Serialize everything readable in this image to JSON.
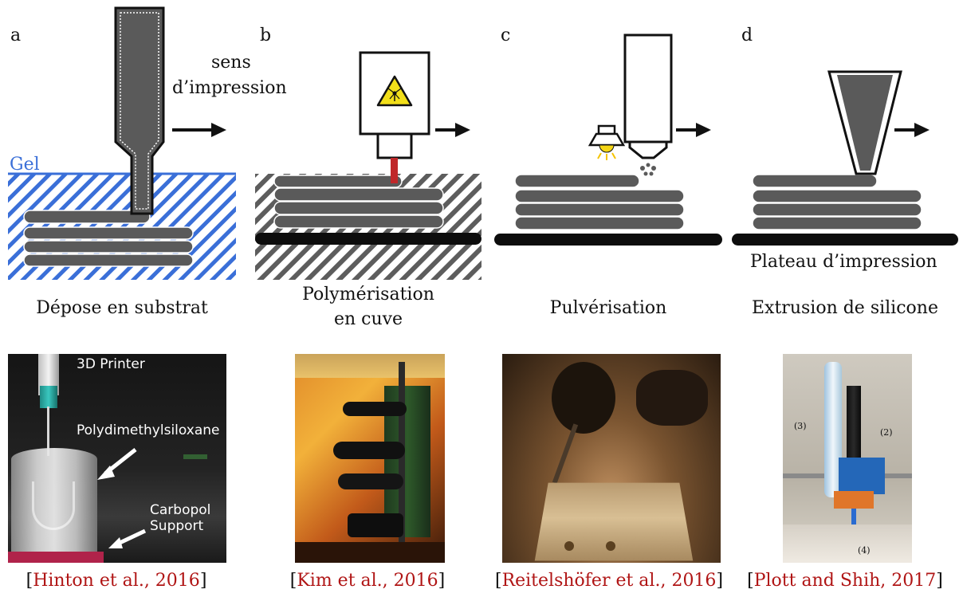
{
  "panels": [
    {
      "letter": "a",
      "caption": "Dépose en substrat",
      "citation": "Hinton et al., 2016",
      "photo_labels": [
        "3D Printer",
        "Polydimethylsiloxane",
        "Carbopol",
        "Support"
      ]
    },
    {
      "letter": "b",
      "caption_line1": "Polymérisation",
      "caption_line2": "en cuve",
      "citation": "Kim et al., 2016"
    },
    {
      "letter": "c",
      "caption": "Pulvérisation",
      "citation": "Reitelshöfer et al., 2016"
    },
    {
      "letter": "d",
      "caption": "Extrusion de silicone",
      "citation": "Plott and Shih, 2017",
      "photo_labels": [
        "(3)",
        "(2)",
        "(4)"
      ]
    }
  ],
  "annotations": {
    "direction_line1": "sens",
    "direction_line2": "d’impression",
    "gel_label": "Gel",
    "platform_label": "Plateau d’impression"
  },
  "citation_brackets": {
    "open": "[",
    "close": "]"
  },
  "colors": {
    "material": "#5a5a5a",
    "gel": "#3a6fd8",
    "citation": "#b01515",
    "laser": "#c0282a",
    "warning": "#f2df1a"
  }
}
